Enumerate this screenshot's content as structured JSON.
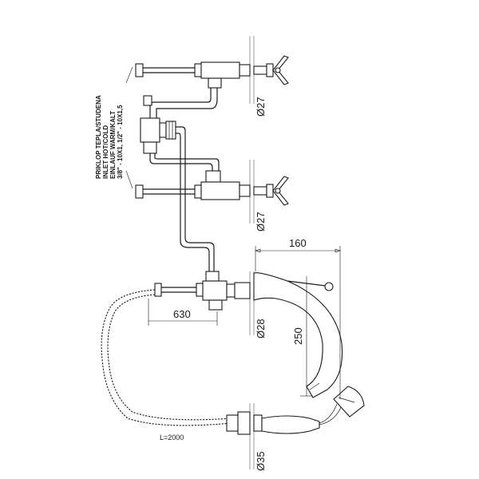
{
  "dimensions": {
    "d_top": "Ø27",
    "d_mid": "Ø27",
    "d_spout": "Ø28",
    "d_hand": "Ø35",
    "spout_reach": "160",
    "spout_height": "250",
    "offset": "630",
    "hose_length": "L=2000"
  },
  "notes": {
    "line1": "PRIKLOP TEPLA/STUDENA",
    "line2": "INLET HOT/COLD",
    "line3": "EINLAUF WARM/KALT",
    "line4": "3/8\" - 10X1, 1/2\" - 10X1,5"
  },
  "colors": {
    "line": "#1a1a1a",
    "background": "#ffffff"
  }
}
